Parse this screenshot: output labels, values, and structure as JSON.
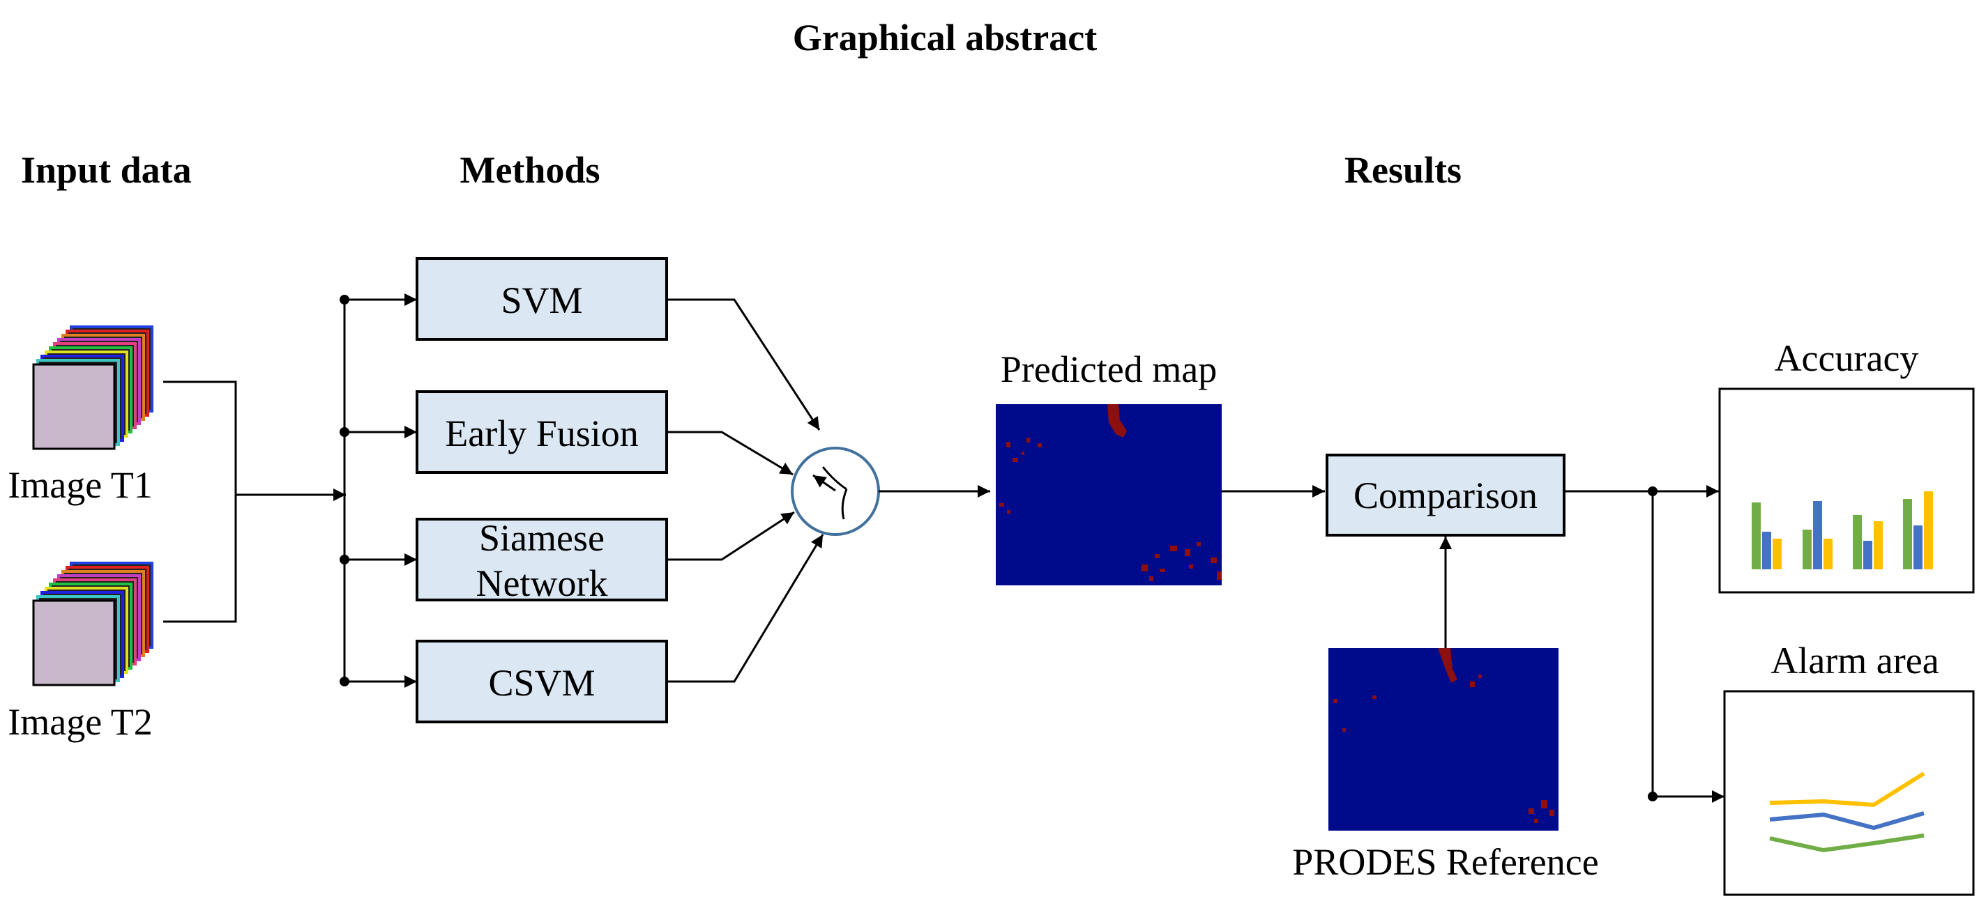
{
  "title": "Graphical abstract",
  "sections": {
    "input": "Input data",
    "methods": "Methods",
    "results": "Results"
  },
  "inputs": {
    "t1": "Image T1",
    "t2": "Image T2"
  },
  "methods": [
    "SVM",
    "Early Fusion",
    "Siamese",
    "Network",
    "CSVM"
  ],
  "predicted_map": "Predicted map",
  "comparison": "Comparison",
  "reference": "PRODES Reference",
  "outputs": {
    "accuracy": "Accuracy",
    "alarm": "Alarm area"
  },
  "colors": {
    "box_fill": "#dbe8f3",
    "map_bg": "#000b8c",
    "map_change": "#8c1010",
    "fusion_ring": "#41719c",
    "green": "#70ad47",
    "blue": "#4472c4",
    "yellow": "#ffc000"
  },
  "stack_colors": [
    "#f2c9e0",
    "#3cc7c7",
    "#2020e0",
    "#e0e020",
    "#20c040",
    "#e04080",
    "#c040c0",
    "#e08020",
    "#e02020",
    "#2040e0"
  ]
}
